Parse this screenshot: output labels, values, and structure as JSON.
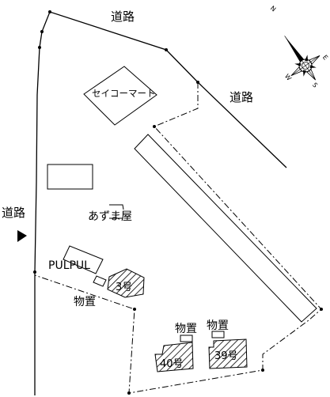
{
  "labels": {
    "road_top": "道路",
    "road_right": "道路",
    "road_left": "道路",
    "seicomart": "セイコーマート",
    "azumaya": "あずま屋",
    "pulpul": "PULPUL",
    "storage_left": "物置",
    "storage_mid": "物置",
    "storage_right": "物置",
    "house_3": "3号",
    "house_40": "40号",
    "house_39": "39号"
  },
  "compass": {
    "north": "N",
    "east": "E",
    "south": "S",
    "west": "W"
  }
}
